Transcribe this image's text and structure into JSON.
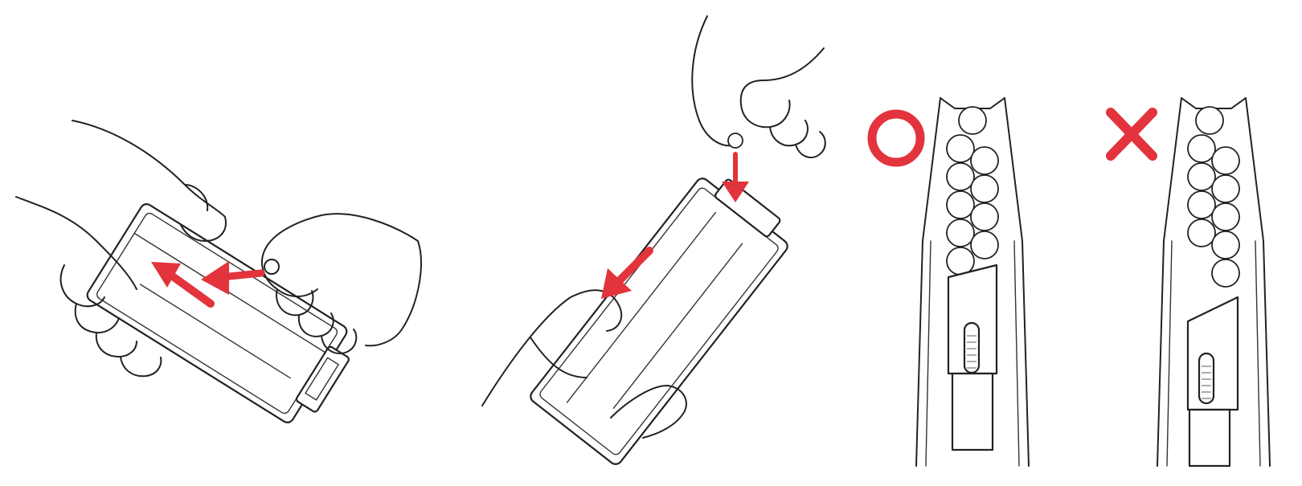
{
  "panels": [
    {
      "name": "step-1-slide-follower",
      "arrow_count": 2
    },
    {
      "name": "step-2-load-bbs",
      "arrow_count": 2
    },
    {
      "name": "step-3-fill-check"
    }
  ],
  "symbols": {
    "correct": "circle",
    "incorrect": "cross"
  },
  "colors": {
    "accent": "#e3333c",
    "ink": "#222222",
    "background": "#ffffff"
  }
}
